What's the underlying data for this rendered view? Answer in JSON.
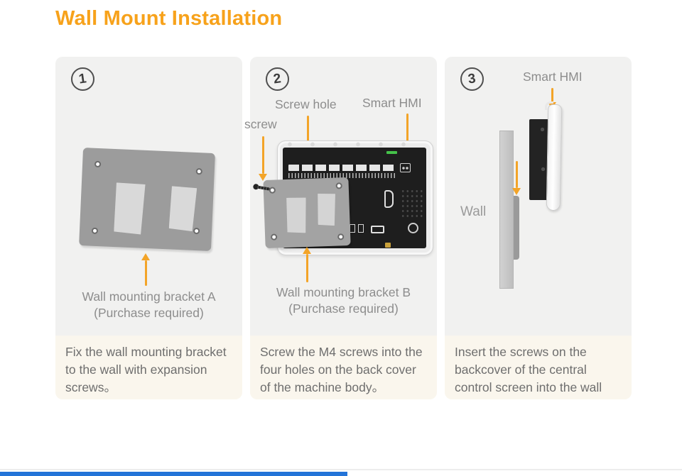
{
  "title": "Wall Mount Installation",
  "colors": {
    "accent_orange": "#F7A21B",
    "arrow_orange": "#F3A428",
    "panel_bg": "#F1F1F0",
    "caption_bg": "#FAF6ED",
    "label_gray": "#8D8D8D",
    "caption_text": "#6E6E6E",
    "progress_blue": "#2374D8"
  },
  "steps": [
    {
      "number": "1",
      "bracket_label_line1": "Wall mounting bracket A",
      "bracket_label_line2": "(Purchase required)",
      "caption": "Fix the wall mounting bracket to the wall with expansion screws。"
    },
    {
      "number": "2",
      "label_screw": "screw",
      "label_screw_hole": "Screw hole",
      "label_device": "Smart HMI",
      "bracket_label_line1": "Wall mounting bracket B",
      "bracket_label_line2": "(Purchase required)",
      "caption": "Screw the M4 screws into the four holes on the back cover of the machine body。"
    },
    {
      "number": "3",
      "label_device": "Smart HMI",
      "label_wall": "Wall",
      "caption": "Insert the screws on the backcover of the central control screen into the wall"
    }
  ]
}
